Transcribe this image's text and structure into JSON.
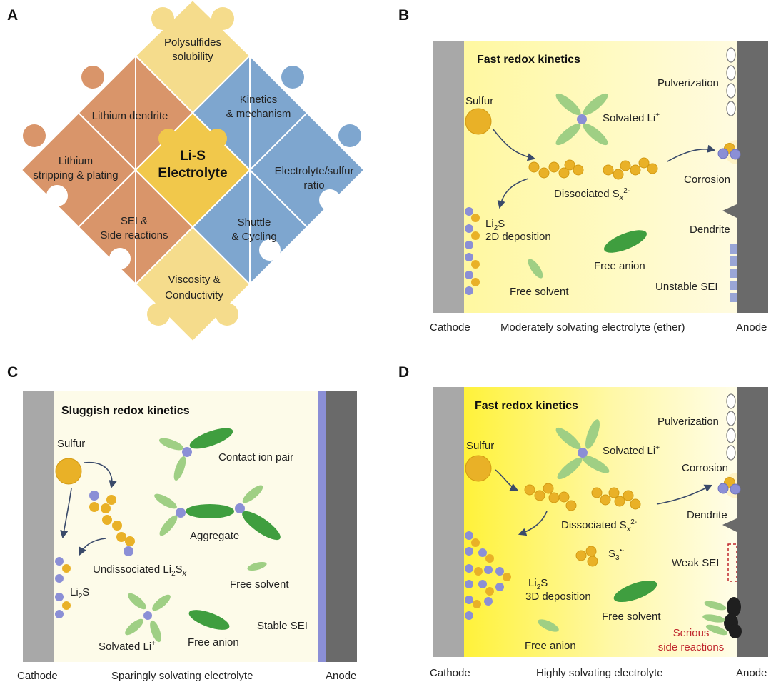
{
  "panels": {
    "a": {
      "letter": "A",
      "center": [
        "Li-S",
        "Electrolyte"
      ],
      "pieces": {
        "top": [
          "Polysulfides",
          "solubility"
        ],
        "upper_left": [
          "Lithium dendrite"
        ],
        "upper_right": [
          "Kinetics",
          "& mechanism"
        ],
        "left": [
          "Lithium",
          "stripping & plating"
        ],
        "right": [
          "Electrolyte/sulfur",
          "ratio"
        ],
        "lower_left": [
          "SEI &",
          "Side reactions"
        ],
        "lower_right": [
          "Shuttle",
          "& Cycling"
        ],
        "bottom": [
          "Viscosity &",
          "Conductivity"
        ]
      }
    },
    "b": {
      "letter": "B",
      "title": "Fast redox kinetics",
      "sulfur": "Sulfur",
      "solvated_li": "Solvated Li",
      "solvated_li_sup": "+",
      "dissociated_prefix": "Dissociated S",
      "dissociated_sub": "x",
      "dissociated_sup": "2-",
      "li2s_prefix": "Li",
      "li2s_sub": "2",
      "li2s_suffix": "S",
      "deposition": "2D deposition",
      "free_anion": "Free anion",
      "free_solvent": "Free solvent",
      "pulverization": "Pulverization",
      "corrosion": "Corrosion",
      "dendrite": "Dendrite",
      "unstable_sei": "Unstable SEI",
      "cathode": "Cathode",
      "electrolyte": "Moderately solvating electrolyte (ether)",
      "anode": "Anode"
    },
    "c": {
      "letter": "C",
      "title": "Sluggish redox kinetics",
      "sulfur": "Sulfur",
      "contact_ion_pair": "Contact ion pair",
      "aggregate": "Aggregate",
      "undissociated_prefix": "Undissociated Li",
      "undissociated_sub": "2",
      "undissociated_s": "S",
      "undissociated_x": "x",
      "li2s_prefix": "Li",
      "li2s_sub": "2",
      "li2s_suffix": "S",
      "free_solvent": "Free solvent",
      "stable_sei": "Stable SEI",
      "solvated_li": "Solvated Li",
      "solvated_li_sup": "+",
      "free_anion": "Free anion",
      "cathode": "Cathode",
      "electrolyte": "Sparingly solvating electrolyte",
      "anode": "Anode"
    },
    "d": {
      "letter": "D",
      "title": "Fast redox kinetics",
      "sulfur": "Sulfur",
      "solvated_li": "Solvated Li",
      "solvated_li_sup": "+",
      "pulverization": "Pulverization",
      "corrosion": "Corrosion",
      "dendrite": "Dendrite",
      "dissociated_prefix": "Dissociated S",
      "dissociated_sub": "x",
      "dissociated_sup": "2-",
      "s3_prefix": "S",
      "s3_sub": "3",
      "s3_sup": "•-",
      "weak_sei": "Weak SEI",
      "li2s_prefix": "Li",
      "li2s_sub": "2",
      "li2s_suffix": "S",
      "deposition": "3D deposition",
      "free_solvent": "Free solvent",
      "free_anion": "Free anion",
      "serious": [
        "Serious",
        "side reactions"
      ],
      "cathode": "Cathode",
      "electrolyte": "Highly solvating electrolyte",
      "anode": "Anode"
    }
  },
  "colors": {
    "puzzle_yellow": "#f5dc8c",
    "puzzle_orange": "#d9956a",
    "puzzle_blue": "#7ea6cf",
    "puzzle_center": "#f1c84b",
    "sulfur": "#e9b127",
    "lithium": "#8b8fd6",
    "green_dark": "#3f9e3f",
    "green_light": "#9fcf84",
    "cathode": "#a8a8a8",
    "anode": "#6a6a6a",
    "serious_red": "#c0262c"
  }
}
